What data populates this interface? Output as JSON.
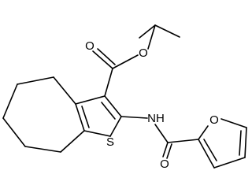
{
  "molecule": {
    "atoms": {
      "carbonyl_o": "O",
      "ester_o": "O",
      "thiophene_s": "S",
      "amide_nh": "NH",
      "amide_o": "O",
      "furan_o": "O"
    }
  }
}
